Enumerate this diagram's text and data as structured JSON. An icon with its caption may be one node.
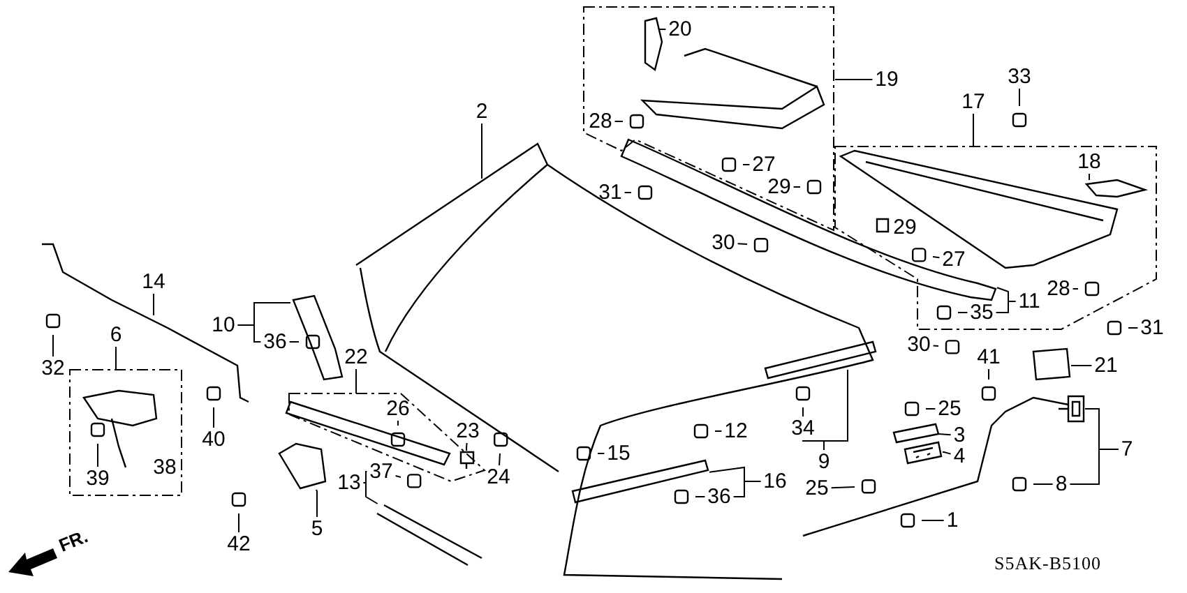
{
  "diagram": {
    "nodes": [
      {
        "text": [
          "2"
        ]
      },
      {
        "text": [
          "20"
        ]
      },
      {
        "text": [
          "19"
        ]
      },
      {
        "text": [
          "33"
        ]
      },
      {
        "text": [
          "17"
        ]
      },
      {
        "text": [
          "18"
        ]
      },
      {
        "text": [
          "28"
        ]
      },
      {
        "text": [
          "27"
        ]
      },
      {
        "text": [
          "29"
        ]
      },
      {
        "text": [
          "31"
        ]
      },
      {
        "text": [
          "29"
        ]
      },
      {
        "text": [
          "30"
        ]
      },
      {
        "text": [
          "27"
        ]
      },
      {
        "text": [
          "28"
        ]
      },
      {
        "text": [
          "11"
        ]
      },
      {
        "text": [
          "35"
        ]
      },
      {
        "text": [
          "31"
        ]
      },
      {
        "text": [
          "30"
        ]
      },
      {
        "text": [
          "14"
        ]
      },
      {
        "text": [
          "10"
        ]
      },
      {
        "text": [
          "36"
        ]
      },
      {
        "text": [
          "22"
        ]
      },
      {
        "text": [
          "6"
        ]
      },
      {
        "text": [
          "32"
        ]
      },
      {
        "text": [
          "40"
        ]
      },
      {
        "text": [
          "26"
        ]
      },
      {
        "text": [
          "23"
        ]
      },
      {
        "text": [
          "24"
        ]
      },
      {
        "text": [
          "15"
        ]
      },
      {
        "text": [
          "12"
        ]
      },
      {
        "text": [
          "34"
        ]
      },
      {
        "text": [
          "9"
        ]
      },
      {
        "text": [
          "25"
        ]
      },
      {
        "text": [
          "3"
        ]
      },
      {
        "text": [
          "4"
        ]
      },
      {
        "text": [
          "7"
        ]
      },
      {
        "text": [
          "8"
        ]
      },
      {
        "text": [
          "21"
        ]
      },
      {
        "text": [
          "41"
        ]
      },
      {
        "text": [
          "16"
        ]
      },
      {
        "text": [
          "36"
        ]
      },
      {
        "text": [
          "25"
        ]
      },
      {
        "text": [
          "1"
        ]
      },
      {
        "text": [
          "39"
        ]
      },
      {
        "text": [
          "38"
        ]
      },
      {
        "text": [
          "5"
        ]
      },
      {
        "text": [
          "42"
        ]
      },
      {
        "text": [
          "13"
        ]
      },
      {
        "text": [
          "37"
        ]
      },
      {
        "text": [],
        "shape": "picture"
      },
      {
        "text": [],
        "shape": "picture"
      },
      {
        "text": [],
        "shape": "picture"
      },
      {
        "text": [],
        "shape": "picture"
      },
      {
        "text": [],
        "shape": "picture"
      },
      {
        "text": [],
        "shape": "picture"
      },
      {
        "text": [],
        "shape": "picture"
      }
    ],
    "edges": [
      {
        "from": 0,
        "to": null,
        "arrow": "none"
      },
      {
        "from": 1,
        "to": null,
        "arrow": "none"
      },
      {
        "from": 2,
        "to": null,
        "arrow": "none"
      },
      {
        "from": 3,
        "to": null,
        "arrow": "none"
      },
      {
        "from": 4,
        "to": null,
        "arrow": "none"
      },
      {
        "from": 5,
        "to": null,
        "arrow": "none"
      },
      {
        "from": 6,
        "to": null,
        "arrow": "none"
      },
      {
        "from": 7,
        "to": null,
        "arrow": "none"
      },
      {
        "from": 8,
        "to": null,
        "arrow": "none"
      },
      {
        "from": 9,
        "to": null,
        "arrow": "none"
      },
      {
        "from": 11,
        "to": null,
        "arrow": "none"
      },
      {
        "from": 12,
        "to": null,
        "arrow": "none"
      },
      {
        "from": 13,
        "to": null,
        "arrow": "none"
      },
      {
        "from": 14,
        "to": 49,
        "arrow": "none"
      },
      {
        "from": 14,
        "to": 15,
        "arrow": "none"
      },
      {
        "from": 15,
        "to": null,
        "arrow": "none"
      },
      {
        "from": 16,
        "to": null,
        "arrow": "none"
      },
      {
        "from": 17,
        "to": null,
        "arrow": "none"
      },
      {
        "from": 18,
        "to": null,
        "arrow": "none"
      },
      {
        "from": 19,
        "to": null,
        "arrow": "none"
      },
      {
        "from": 19,
        "to": 20,
        "arrow": "none"
      },
      {
        "from": 20,
        "to": null,
        "arrow": "none"
      },
      {
        "from": 21,
        "to": null,
        "arrow": "none"
      },
      {
        "from": 22,
        "to": null,
        "arrow": "none"
      },
      {
        "from": 23,
        "to": null,
        "arrow": "none"
      },
      {
        "from": 24,
        "to": null,
        "arrow": "none"
      },
      {
        "from": 25,
        "to": null,
        "arrow": "none"
      },
      {
        "from": 26,
        "to": 50,
        "arrow": "none"
      },
      {
        "from": 27,
        "to": null,
        "arrow": "none"
      },
      {
        "from": 28,
        "to": null,
        "arrow": "none"
      },
      {
        "from": 29,
        "to": null,
        "arrow": "none"
      },
      {
        "from": 30,
        "to": null,
        "arrow": "none"
      },
      {
        "from": 31,
        "to": null,
        "arrow": "none"
      },
      {
        "from": 31,
        "to": 30,
        "arrow": "none"
      },
      {
        "from": 32,
        "to": null,
        "arrow": "none"
      },
      {
        "from": 33,
        "to": null,
        "arrow": "none"
      },
      {
        "from": 34,
        "to": 51,
        "arrow": "none"
      },
      {
        "from": 35,
        "to": 52,
        "arrow": "none"
      },
      {
        "from": 35,
        "to": 36,
        "arrow": "none"
      },
      {
        "from": 36,
        "to": null,
        "arrow": "none"
      },
      {
        "from": 37,
        "to": null,
        "arrow": "none"
      },
      {
        "from": 38,
        "to": null,
        "arrow": "none"
      },
      {
        "from": 39,
        "to": 53,
        "arrow": "none"
      },
      {
        "from": 39,
        "to": 40,
        "arrow": "none"
      },
      {
        "from": 40,
        "to": null,
        "arrow": "none"
      },
      {
        "from": 41,
        "to": null,
        "arrow": "none"
      },
      {
        "from": 42,
        "to": null,
        "arrow": "none"
      },
      {
        "from": 43,
        "to": null,
        "arrow": "none"
      },
      {
        "from": 45,
        "to": 54,
        "arrow": "none"
      },
      {
        "from": 46,
        "to": null,
        "arrow": "none"
      },
      {
        "from": 47,
        "to": 55,
        "arrow": "none"
      },
      {
        "from": 47,
        "to": 48,
        "arrow": "none"
      },
      {
        "from": 48,
        "to": null,
        "arrow": "none"
      }
    ],
    "labels": [
      "FR.",
      "S5AK-B5100"
    ]
  }
}
